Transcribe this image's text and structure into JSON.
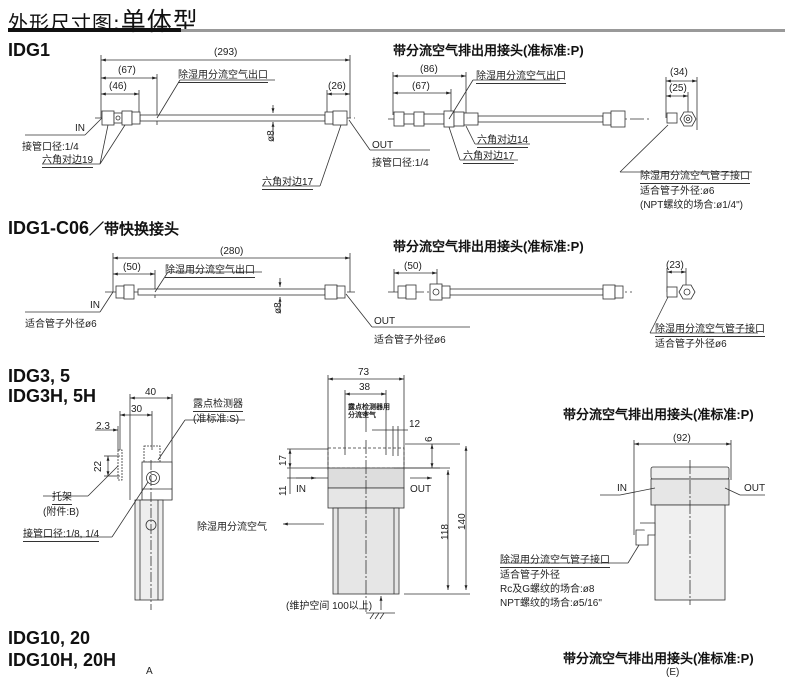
{
  "header": {
    "prefix": "外形尺寸图:",
    "title": "单体型"
  },
  "sections": {
    "idg1": {
      "model": "IDG1",
      "variant_title": "带分流空气排出用接头(准标准:P)",
      "dims": {
        "overall": "(293)",
        "d67": "(67)",
        "d46": "(46)",
        "d26": "(26)",
        "dia8": "ø8",
        "v_d86": "(86)",
        "v_d67": "(67)",
        "v_d34": "(34)",
        "v_d25": "(25)"
      },
      "labels": {
        "outlet": "除湿用分流空气出口",
        "in": "IN",
        "in_port": "接管口径:1/4",
        "hex19": "六角对边19",
        "out": "OUT",
        "out_port": "接管口径:1/4",
        "hex17": "六角对边17",
        "v_outlet": "除湿用分流空气出口",
        "v_out": "OUT",
        "v_out_port": "接管口径:1/4",
        "v_hex14": "六角对边14",
        "v_hex17": "六角对边17",
        "v_tube_port": "除湿用分流空气管子接口",
        "v_tube_od": "适合管子外径:ø6",
        "v_npt": "(NPT螺纹的场合:ø1/4\")"
      }
    },
    "idg1c06": {
      "model": "IDG1-C06",
      "model_suffix": "／带快换接头",
      "variant_title": "带分流空气排出用接头(准标准:P)",
      "dims": {
        "overall": "(280)",
        "d50": "(50)",
        "dia8": "ø8",
        "v_d50": "(50)",
        "v_d23": "(23)"
      },
      "labels": {
        "outlet": "除湿用分流空气出口",
        "in": "IN",
        "in_tube": "适合管子外径ø6",
        "out": "OUT",
        "out_tube": "适合管子外径ø6",
        "v_out": "OUT",
        "v_out_tube": "适合管子外径ø6",
        "v_tube_port": "除湿用分流空气管子接口",
        "v_tube_od": "适合管子外径ø6"
      }
    },
    "idg3": {
      "model_line1": "IDG3, 5",
      "model_line2": "IDG3H, 5H",
      "variant_title": "带分流空气排出用接头(准标准:P)",
      "dims": {
        "w40": "40",
        "w30": "30",
        "w2_3": "2.3",
        "h22": "22",
        "w73": "73",
        "w38": "38",
        "w12": "12",
        "h6": "6",
        "h17": "17",
        "h11": "11",
        "h118": "118",
        "h140": "140",
        "v_w92": "(92)"
      },
      "labels": {
        "dew_sensor": "露点检测器",
        "dew_sensor_std": "(准标准:S)",
        "bracket": "托架",
        "bracket_acc": "(附件:B)",
        "port": "接管口径:1/8, 1/4",
        "dew_air_line1": "露点检测器用",
        "dew_air_line2": "分流空气",
        "in": "IN",
        "out": "OUT",
        "purge_air": "除湿用分流空气",
        "maint": "(维护空间 100以上)",
        "v_in": "IN",
        "v_out": "OUT",
        "v_tube_port": "除湿用分流空气管子接口",
        "v_tube_od": "适合管子外径",
        "v_rc_g": "Rc及G螺纹的场合:ø8",
        "v_npt": "NPT螺纹的场合:ø5/16\""
      }
    },
    "idg10": {
      "model_line1": "IDG10, 20",
      "model_line2": "IDG10H, 20H",
      "variant_title": "带分流空气排出用接头(准标准:P)",
      "partial_a": "A",
      "partial_e": "(E)"
    }
  }
}
